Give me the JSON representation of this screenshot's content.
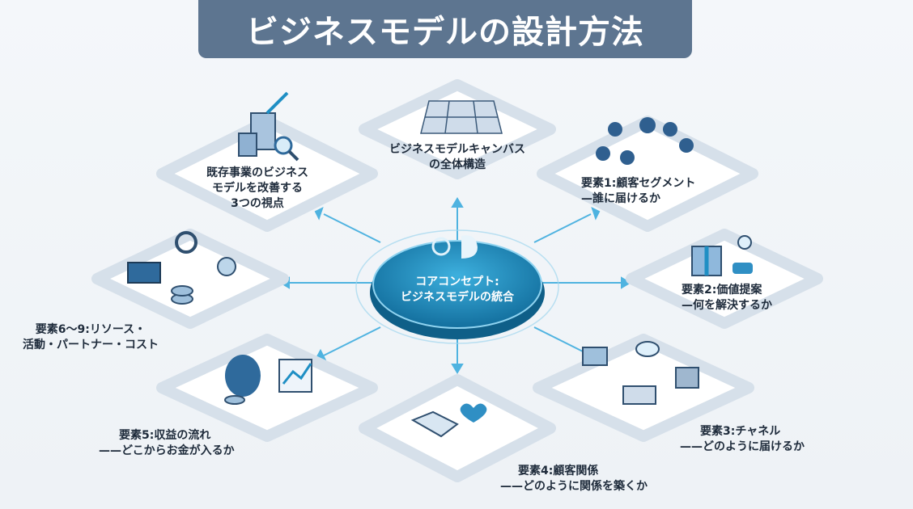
{
  "title": "ビジネスモデルの設計方法",
  "core": {
    "line1": "コアコンセプト:",
    "line2": "ビジネスモデルの統合"
  },
  "tiles": {
    "improve": {
      "line1": "既存事業のビジネス",
      "line2": "モデルを改善する",
      "line3": "3つの視点"
    },
    "canvas": {
      "line1": "ビジネスモデルキャンバス",
      "line2": "の全体構造"
    },
    "segment": {
      "line1": "要素1:顧客セグメント",
      "line2": "—誰に届けるか"
    },
    "value": {
      "line1": "要素2:価値提案",
      "line2": "—何を解決するか"
    },
    "channel": {
      "line1": "要素3:チャネル",
      "line2": "——どのように届けるか"
    },
    "relation": {
      "line1": "要素4:顧客関係",
      "line2": "——どのように関係を築くか"
    },
    "revenue": {
      "line1": "要素5:収益の流れ",
      "line2": "——どこからお金が入るか"
    },
    "resources": {
      "line1": "要素6〜9:リソース・",
      "line2": "活動・パートナー・コスト"
    }
  },
  "colors": {
    "title_bg": "#5d7590",
    "accent": "#1f8fc4",
    "icon": "#2f6a9c"
  }
}
